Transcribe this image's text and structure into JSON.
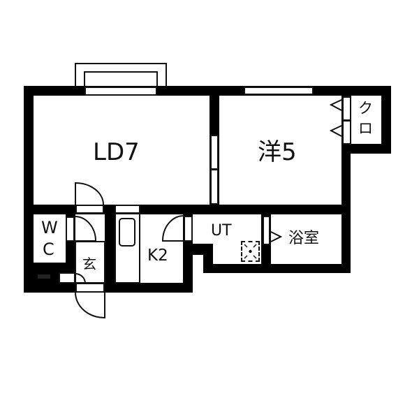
{
  "floorplan": {
    "rooms": [
      {
        "id": "ld",
        "label": "LD7",
        "type": "living-dining",
        "size_jo": 7
      },
      {
        "id": "western",
        "label": "洋5",
        "type": "western-room",
        "size_jo": 5
      },
      {
        "id": "closet",
        "label_line1": "ク",
        "label_line2": "ロ",
        "type": "closet"
      },
      {
        "id": "wc",
        "label_line1": "W",
        "label_line2": "C",
        "type": "toilet"
      },
      {
        "id": "genkan",
        "label": "玄",
        "type": "entrance"
      },
      {
        "id": "kitchen",
        "label": "K2",
        "type": "kitchen",
        "size_jo": 2
      },
      {
        "id": "ut",
        "label": "UT",
        "type": "utility"
      },
      {
        "id": "bath",
        "label": "浴室",
        "type": "bathroom"
      }
    ],
    "colors": {
      "wall": "#000000",
      "background": "#ffffff",
      "line": "#111111"
    }
  }
}
